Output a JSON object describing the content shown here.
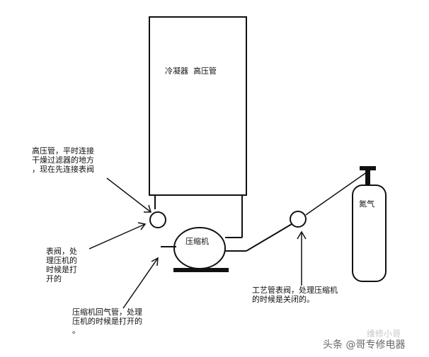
{
  "labels": {
    "condenser": "冷凝器  高压管",
    "high_pressure_note": "高压管，平时连接\n干燥过滤器的地方\n，现在先连接表阀",
    "gauge_valve_note": "表阀，处\n理压机的\n时候是打\n开的",
    "compressor": "压缩机",
    "return_pipe_note": "压缩机回气管，处理\n压机的时候是打开的\n。",
    "process_valve_note": "工艺管表阀，处理压缩机\n的时候是关闭的。",
    "nitrogen": "氮气"
  },
  "watermark": {
    "text": "头条 @哥专修电器",
    "faint": "维修小哥"
  }
}
